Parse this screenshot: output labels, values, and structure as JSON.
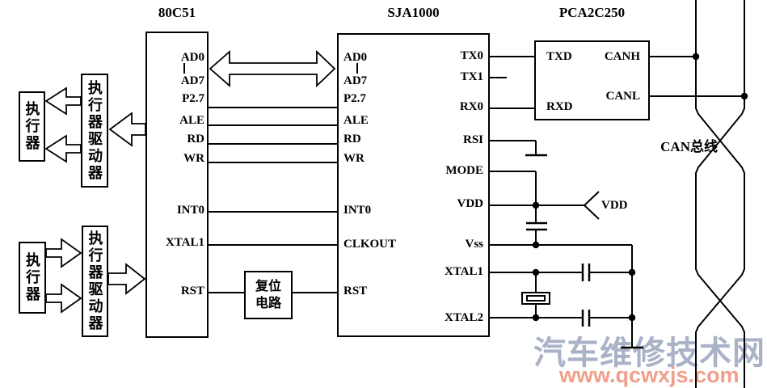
{
  "blocks": {
    "mcu": {
      "title": "80C51",
      "pins": {
        "ad0": "AD0",
        "ad7": "AD7",
        "p27": "P2.7",
        "ale": "ALE",
        "rd": "RD",
        "wr": "WR",
        "int0": "INT0",
        "xtal1": "XTAL1",
        "rst": "RST"
      }
    },
    "can_controller": {
      "title": "SJA1000",
      "left_pins": {
        "ad0": "AD0",
        "ad7": "AD7",
        "p27": "P2.7",
        "ale": "ALE",
        "rd": "RD",
        "wr": "WR",
        "int0": "INT0",
        "clkout": "CLKOUT",
        "rst": "RST"
      },
      "right_pins": {
        "tx0": "TX0",
        "tx1": "TX1",
        "rx0": "RX0",
        "rsi": "RSI",
        "mode": "MODE",
        "vdd": "VDD",
        "vss": "Vss",
        "xtal1": "XTAL1",
        "xtal2": "XTAL2"
      }
    },
    "transceiver": {
      "title": "PCA2C250",
      "pins": {
        "txd": "TXD",
        "rxd": "RXD",
        "canh": "CANH",
        "canl": "CANL"
      }
    },
    "reset_circuit": {
      "line1": "复位",
      "line2": "电路"
    },
    "actuator_top": {
      "label": "执行器"
    },
    "driver_top": {
      "label": "执行器驱动器"
    },
    "actuator_bottom": {
      "label": "执行器"
    },
    "driver_bottom": {
      "label": "执行器驱动器"
    }
  },
  "annotations": {
    "vdd_rail": "VDD",
    "can_bus": "CAN总线"
  },
  "watermark": {
    "site_name": "汽车维修技术网",
    "site_url": "www.qcwxjs.com"
  },
  "colors": {
    "line": "#000000",
    "watermark_name": "#a9b2c6",
    "watermark_url": "#f09f8a"
  }
}
